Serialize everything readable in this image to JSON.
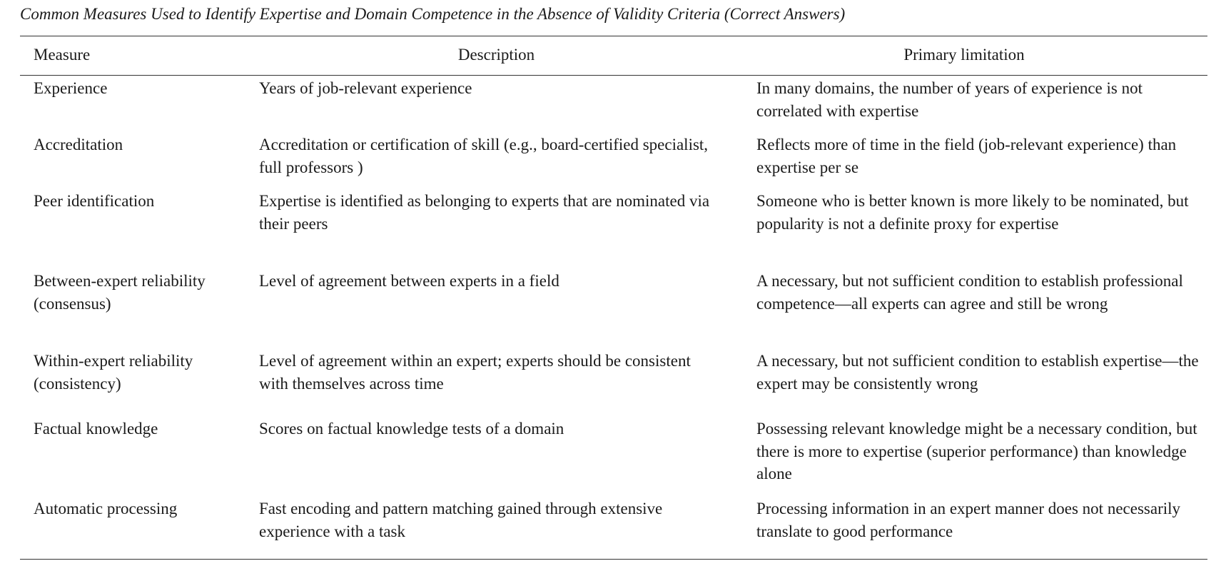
{
  "caption": "Common Measures Used to Identify Expertise and Domain Competence in the Absence of Validity Criteria (Correct Answers)",
  "table": {
    "headers": [
      "Measure",
      "Description",
      "Primary limitation"
    ],
    "rows": [
      {
        "measure": "Experience",
        "description": "Years of job-relevant experience",
        "limitation": "In many domains, the number of years of experience is not correlated with expertise"
      },
      {
        "measure": "Accreditation",
        "description": "Accreditation or certification of skill (e.g., board-certified specialist, full professors )",
        "limitation": "Reflects more of time in the field (job-relevant experience) than expertise per se"
      },
      {
        "measure": "Peer identification",
        "description": "Expertise is identified as belonging to experts that are nominated via their peers",
        "limitation": "Someone who is better known is more likely to be nominated, but popularity is not a definite proxy for expertise"
      },
      {
        "measure": "Between-expert reliability (consensus)",
        "description": "Level of agreement between experts in a field",
        "limitation": "A necessary, but not sufficient condition to establish professional competence—all experts can agree and still be wrong"
      },
      {
        "measure": "Within-expert reliability (consistency)",
        "description": "Level of agreement within an expert; experts should be consistent with themselves across time",
        "limitation": "A necessary, but not sufficient condition to establish expertise—the expert may be consistently wrong"
      },
      {
        "measure": "Factual knowledge",
        "description": "Scores on factual knowledge tests of a domain",
        "limitation": "Possessing relevant knowledge might be a necessary condition, but there is more to expertise (superior performance) than knowledge alone"
      },
      {
        "measure": "Automatic processing",
        "description": "Fast encoding and pattern matching gained through extensive experience with a task",
        "limitation": "Processing information in an expert manner does not necessarily translate to good performance"
      }
    ]
  }
}
